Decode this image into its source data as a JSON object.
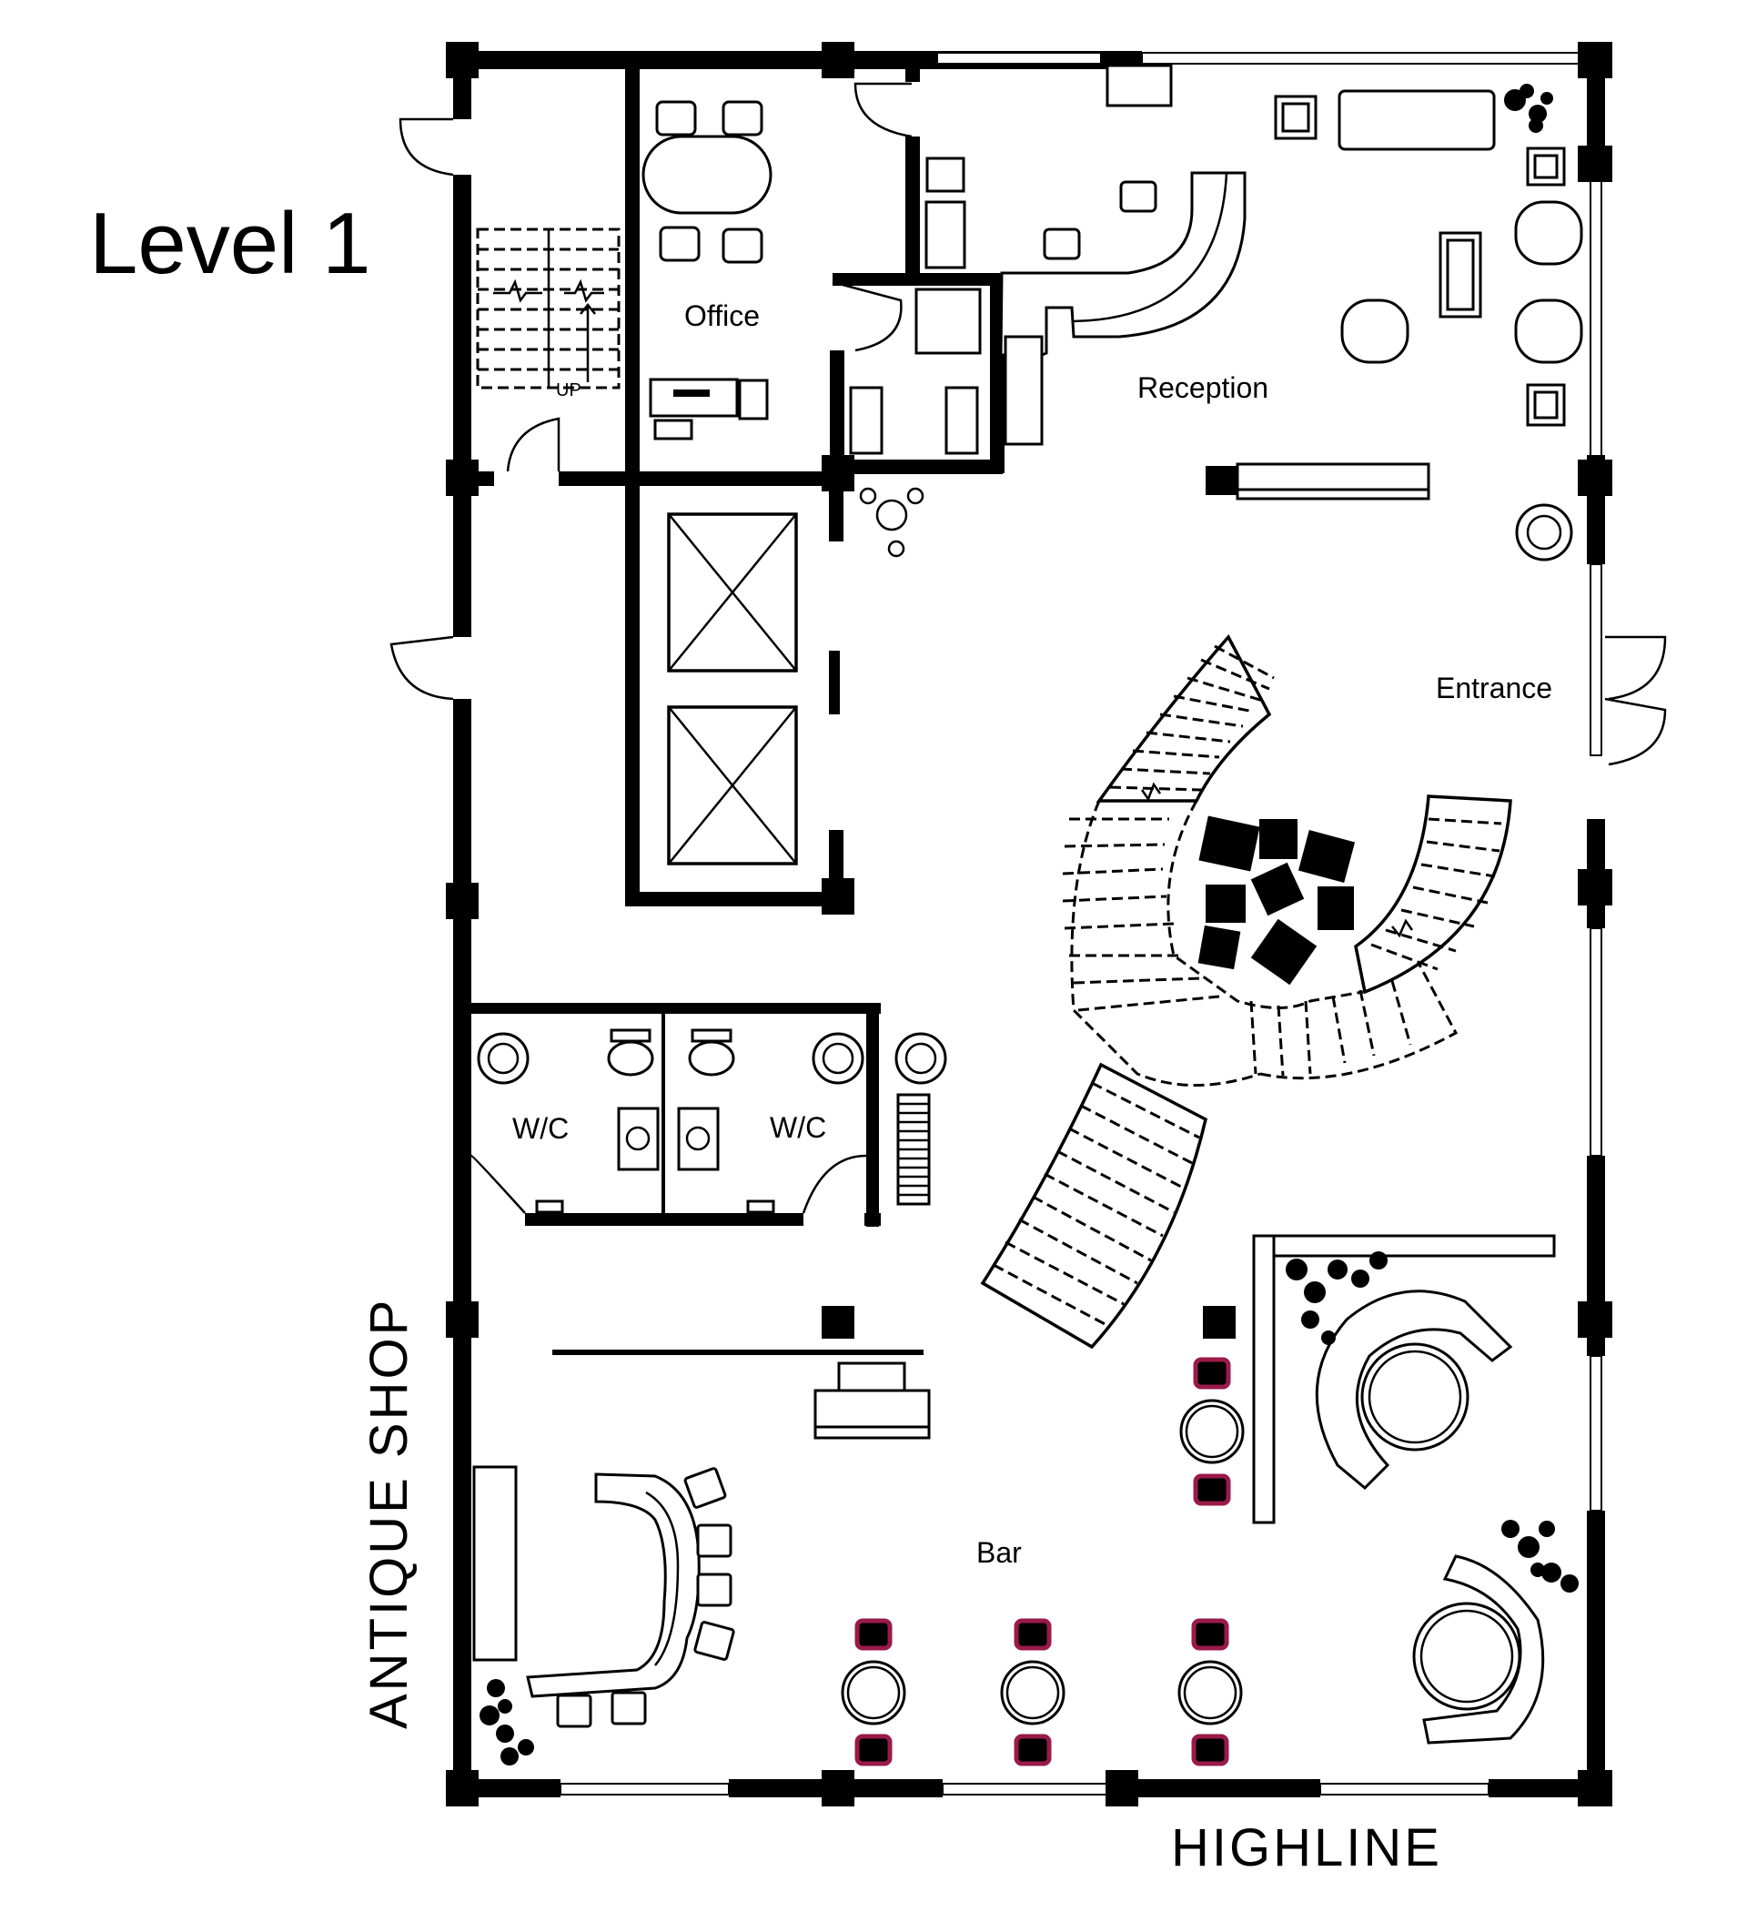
{
  "title": "Level 1",
  "streets": {
    "bottom": "HIGHLINE",
    "left": "ANTIQUE SHOP"
  },
  "rooms": {
    "office": "Office",
    "reception": "Reception",
    "entrance": "Entrance",
    "wc_left": "W/C",
    "wc_right": "W/C",
    "bar": "Bar"
  },
  "stair_label": "UP",
  "colors": {
    "wall": "#000000",
    "chair_accent": "#9a1a4a",
    "background": "#ffffff"
  }
}
